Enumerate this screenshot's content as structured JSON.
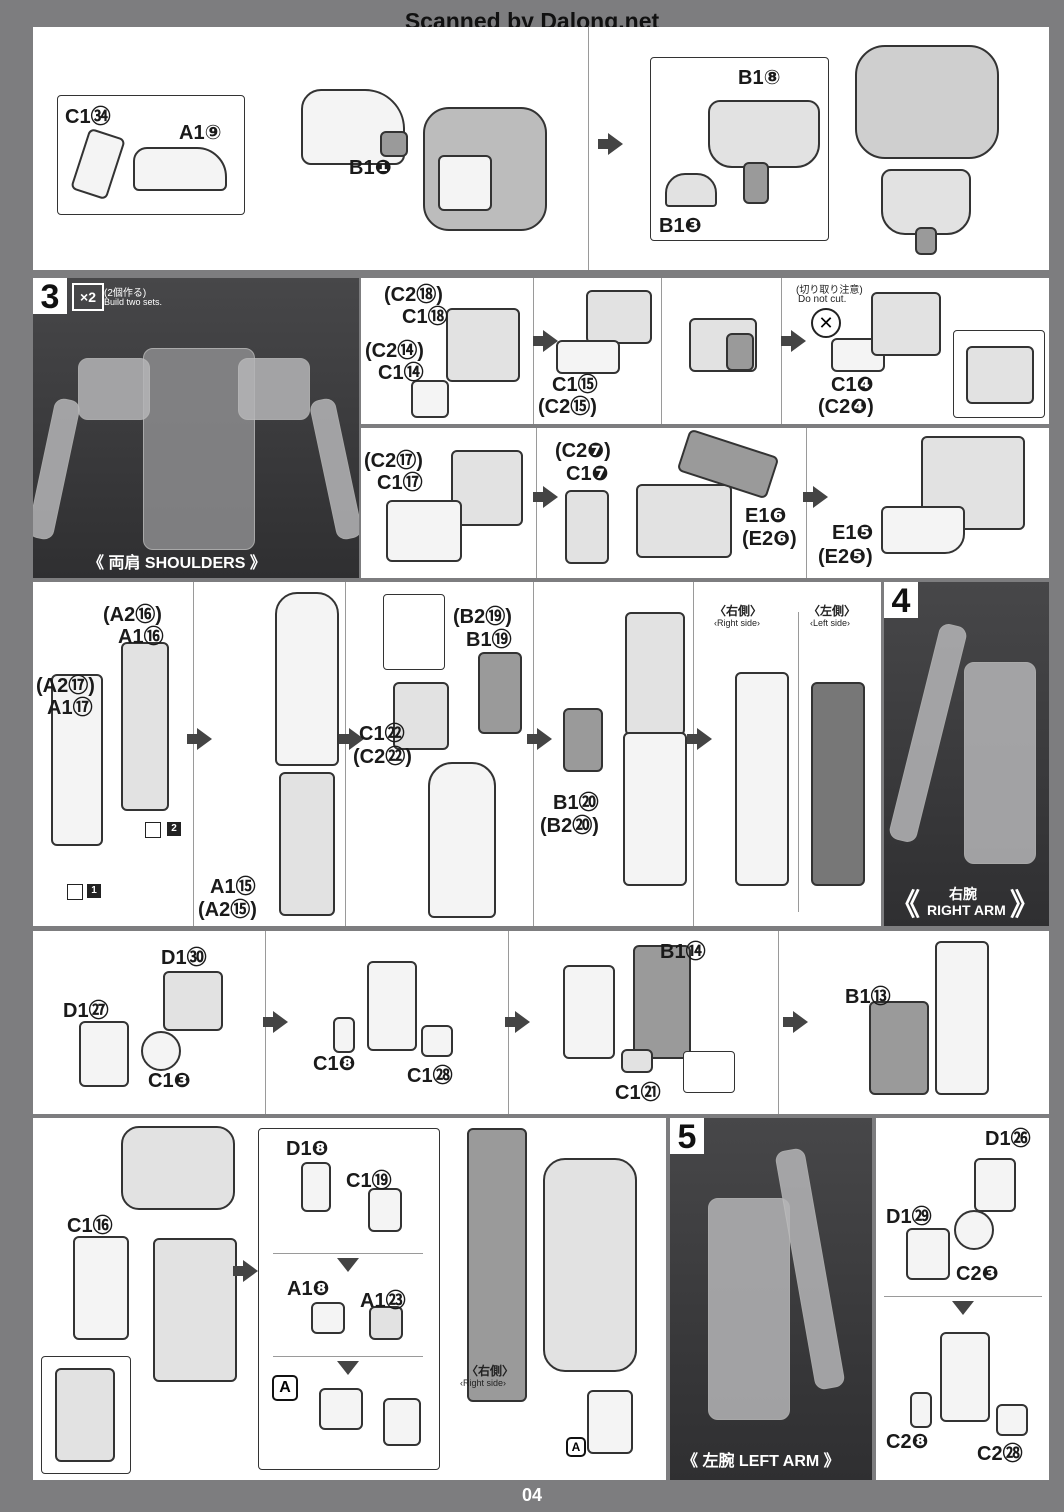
{
  "header": {
    "watermark": "Scanned by Dalong.net"
  },
  "page_number": "04",
  "step2": {
    "labels": [
      "C1㉞",
      "A1⑨",
      "B1❶",
      "B1⑧",
      "B1❸"
    ]
  },
  "step3": {
    "number": "3",
    "multiplier": "×2",
    "build_jp": "(2個作る)",
    "build_en": "Build two sets.",
    "caption_jp": "両肩",
    "caption_en": "SHOULDERS",
    "row1_labels": [
      "(C2⑱)",
      "C1⑱",
      "(C2⑭)",
      "C1⑭",
      "C1⑮",
      "(C2⑮)",
      "C1❹",
      "(C2❹)"
    ],
    "caution_jp": "(切り取り注意)",
    "caution_en": "Do not cut.",
    "row2_labels": [
      "(C2⑰)",
      "C1⑰",
      "(C2❼)",
      "C1❼",
      "E1❻",
      "(E2❻)",
      "E1❺",
      "(E2❺)"
    ]
  },
  "step4_parts": {
    "labels": [
      "(A2⑯)",
      "A1⑯",
      "(A2⑰)",
      "A1⑰",
      "A1⑮",
      "(A2⑮)",
      "(B2⑲)",
      "B1⑲",
      "C1㉒",
      "(C2㉒)",
      "B1⑳",
      "(B2⑳)"
    ],
    "right_side_jp": "〈右側〉",
    "right_side_en": "‹Right side›",
    "left_side_jp": "〈左側〉",
    "left_side_en": "‹Left side›",
    "mini1": "1",
    "mini2": "2"
  },
  "step4": {
    "number": "4",
    "caption_jp": "右腕",
    "caption_en": "RIGHT ARM"
  },
  "step4_row2": {
    "labels": [
      "D1㉚",
      "D1㉗",
      "C1❸",
      "C1❽",
      "C1㉘",
      "B1⑭",
      "C1㉑",
      "B1⑬"
    ]
  },
  "step4_row3": {
    "labels": [
      "C1⑯",
      "D1❽",
      "C1⑲",
      "A1❽",
      "A1㉓",
      "A",
      "A"
    ],
    "right_side_jp": "〈右側〉",
    "right_side_en": "‹Right side›"
  },
  "step5": {
    "number": "5",
    "caption_jp": "左腕",
    "caption_en": "LEFT ARM",
    "labels": [
      "D1㉖",
      "D1㉙",
      "C2❸",
      "C2❽",
      "C2㉘"
    ]
  }
}
